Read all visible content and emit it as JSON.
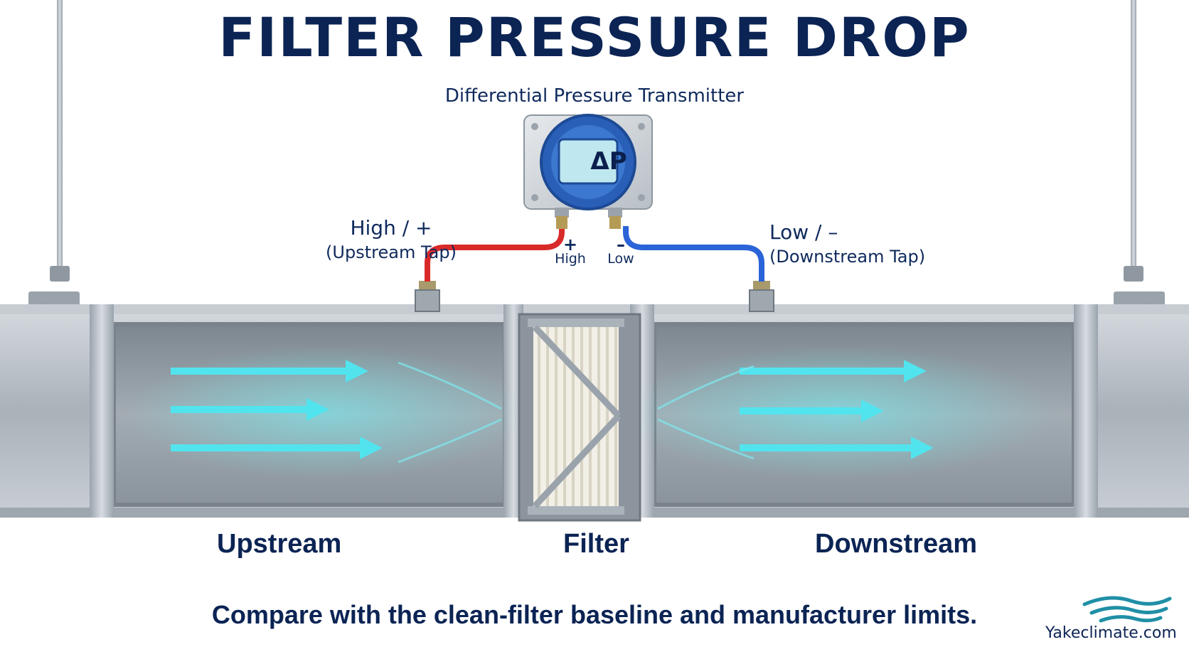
{
  "title": "FILTER PRESSURE DROP",
  "device": {
    "label": "Differential Pressure Transmitter",
    "display": "ΔP"
  },
  "taps": {
    "high": {
      "label": "High / +",
      "sub": "(Upstream Tap)",
      "port_symbol": "+",
      "port_label": "High"
    },
    "low": {
      "label": "Low / –",
      "sub": "(Downstream Tap)",
      "port_symbol": "–",
      "port_label": "Low"
    }
  },
  "sections": {
    "upstream": "Upstream",
    "filter": "Filter",
    "downstream": "Downstream"
  },
  "footer": "Compare with the clean-filter baseline and manufacturer limits.",
  "brand": "Yakeclimate.com",
  "colors": {
    "navy": "#0b2454",
    "high_tube": "#d92a2a",
    "low_tube": "#2b63d8",
    "airflow": "#4fe3ec",
    "duct_metal": "#b9c0c7"
  }
}
